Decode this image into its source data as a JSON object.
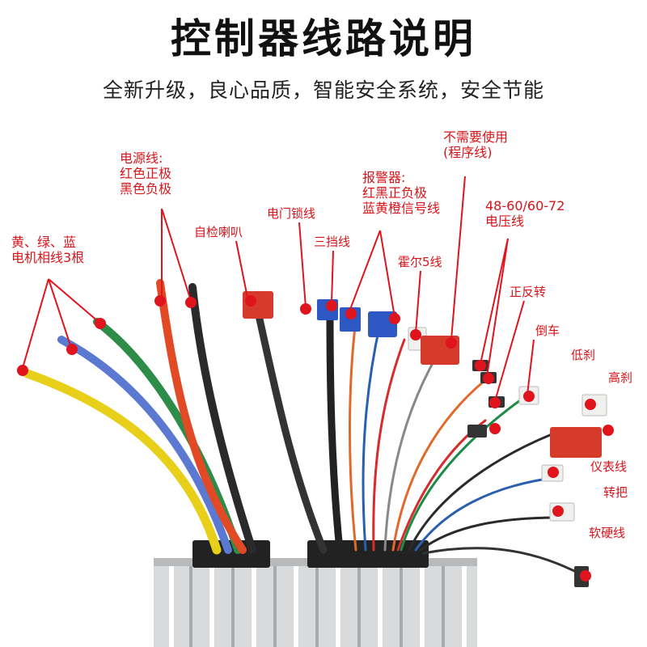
{
  "title": "控制器线路说明",
  "subtitle": "全新升级，良心品质，智能安全系统，安全节能",
  "colors": {
    "label": "#d8141b",
    "marker": "#e0141c",
    "title": "#111111"
  },
  "labels": {
    "phase": [
      "黄、绿、蓝",
      "电机相线3根"
    ],
    "power": [
      "电源线:",
      "红色正极",
      "黑色负极"
    ],
    "selfcheck": [
      "自检喇叭"
    ],
    "lock": [
      "电门锁线"
    ],
    "three_speed": [
      "三挡线"
    ],
    "alarm": [
      "报警器:",
      "红黑正负极",
      "蓝黄橙信号线"
    ],
    "program": [
      "不需要使用",
      "(程序线)"
    ],
    "hall": [
      "霍尔5线"
    ],
    "voltage": [
      "48-60/60-72",
      "电压线"
    ],
    "forward_reverse": [
      "正反转"
    ],
    "reverse": [
      "倒车"
    ],
    "low_brake": [
      "低刹"
    ],
    "high_brake": [
      "高刹"
    ],
    "meter": [
      "仪表线"
    ],
    "throttle": [
      "转把"
    ],
    "soft_hard": [
      "软硬线"
    ]
  }
}
